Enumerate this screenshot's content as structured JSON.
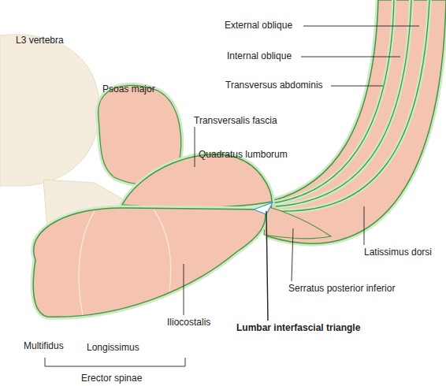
{
  "diagram": {
    "labels": [
      "L3 vertebra",
      "Psoas major",
      "Transversalis fascia",
      "Quadratus lumborum",
      "External oblique",
      "Internal oblique",
      "Transversus abdominis",
      "Latissimus dorsi",
      "Serratus posterior inferior",
      "Lumbar interfascial triangle",
      "Multifidus",
      "Longissimus",
      "Iliocostalis",
      "Erector spinae"
    ]
  }
}
